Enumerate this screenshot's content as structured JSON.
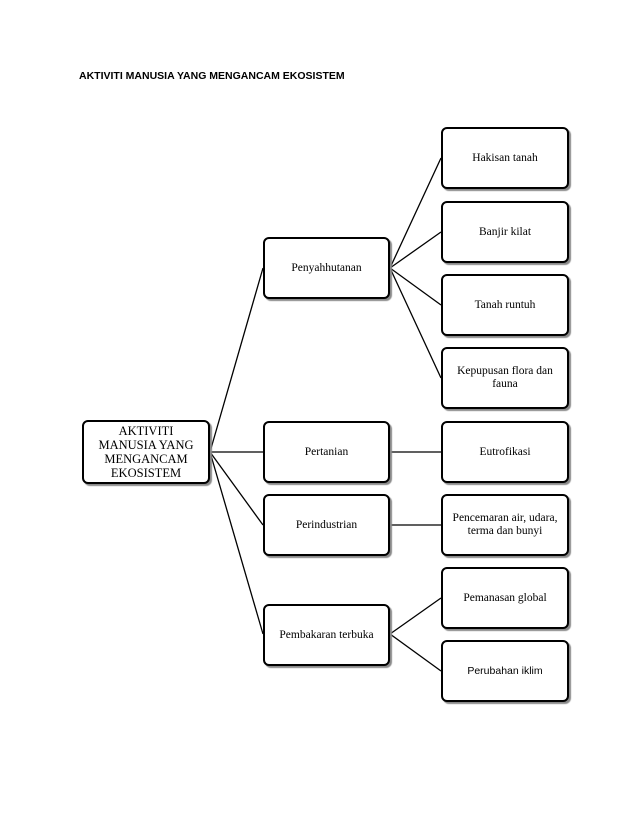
{
  "title": "AKTIVITI MANUSIA YANG MENGANCAM EKOSISTEM",
  "root": {
    "label": "AKTIVITI MANUSIA YANG MENGANCAM EKOSISTEM"
  },
  "activities": [
    {
      "label": "Penyahhutanan",
      "effects": [
        "Hakisan tanah",
        "Banjir kilat",
        "Tanah runtuh",
        "Kepupusan flora dan fauna"
      ]
    },
    {
      "label": "Pertanian",
      "effects": [
        "Eutrofikasi"
      ]
    },
    {
      "label": "Perindustrian",
      "effects": [
        "Pencemaran air, udara, terma dan bunyi"
      ]
    },
    {
      "label": "Pembakaran terbuka",
      "effects": [
        "Pemanasan global",
        "Perubahan iklim"
      ]
    }
  ]
}
